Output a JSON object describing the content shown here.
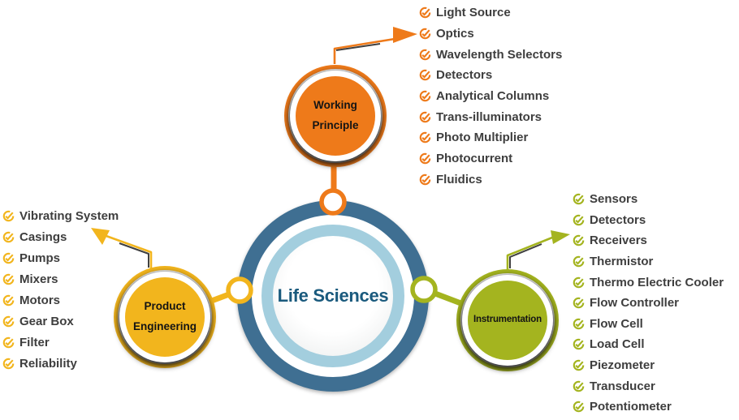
{
  "center": {
    "title": "Life Sciences"
  },
  "branches": [
    {
      "id": "working-principle",
      "label": "Working Principle",
      "color": "#ee7a1a",
      "items": [
        "Light Source",
        "Optics",
        "Wavelength Selectors",
        "Detectors",
        "Analytical Columns",
        "Trans-illuminators",
        "Photo Multiplier",
        "Photocurrent",
        "Fluidics"
      ]
    },
    {
      "id": "product-engineering",
      "label": "Product Engineering",
      "color": "#f2b51d",
      "items": [
        "Vibrating System",
        "Casings",
        "Pumps",
        "Mixers",
        "Motors",
        "Gear Box",
        "Filter",
        "Reliability"
      ]
    },
    {
      "id": "instrumentation",
      "label": "Instrumentation",
      "color": "#a4b41f",
      "items": [
        "Sensors",
        "Detectors",
        "Receivers",
        "Thermistor",
        "Thermo Electric Cooler",
        "Flow Controller",
        "Flow Cell",
        "Load Cell",
        "Piezometer",
        "Transducer",
        "Potentiometer"
      ]
    }
  ],
  "colors": {
    "orange": "#ee7a1a",
    "yellow": "#f2b51d",
    "green": "#a4b41f",
    "hub_outer": "#3f6f92",
    "hub_inner": "#a3cede",
    "title_color": "#1a5a7d",
    "text_color": "#3e3e3e"
  }
}
